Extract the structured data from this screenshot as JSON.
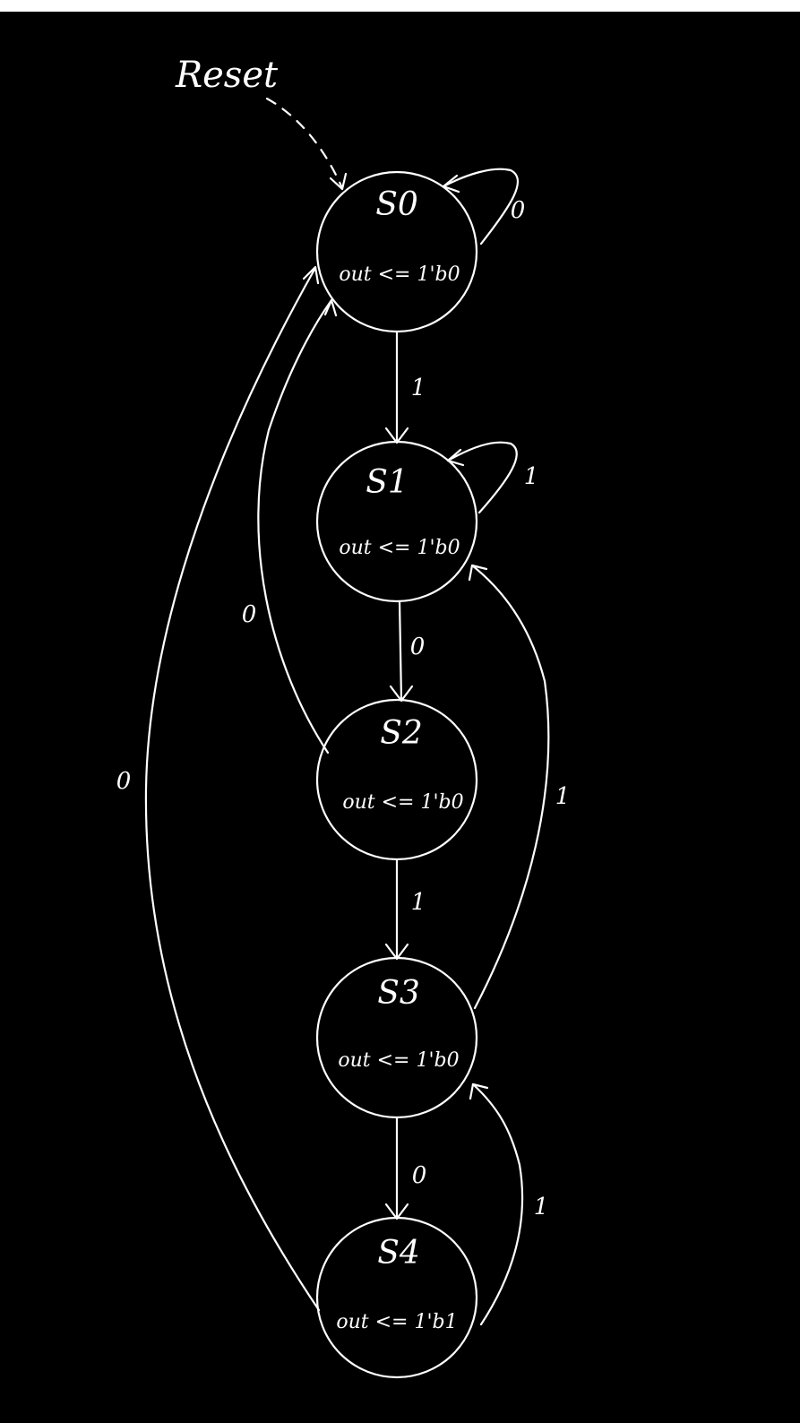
{
  "reset_label": "Reset",
  "states": [
    {
      "id": "s0",
      "name": "S0",
      "output": "out <= 1'b0"
    },
    {
      "id": "s1",
      "name": "S1",
      "output": "out <= 1'b0"
    },
    {
      "id": "s2",
      "name": "S2",
      "output": "out <= 1'b0"
    },
    {
      "id": "s3",
      "name": "S3",
      "output": "out <= 1'b0"
    },
    {
      "id": "s4",
      "name": "S4",
      "output": "out <= 1'b1"
    }
  ],
  "transitions": [
    {
      "from": "S0",
      "to": "S0",
      "input": "0"
    },
    {
      "from": "S0",
      "to": "S1",
      "input": "1"
    },
    {
      "from": "S1",
      "to": "S1",
      "input": "1"
    },
    {
      "from": "S1",
      "to": "S2",
      "input": "0"
    },
    {
      "from": "S2",
      "to": "S0",
      "input": "0"
    },
    {
      "from": "S2",
      "to": "S3",
      "input": "1"
    },
    {
      "from": "S3",
      "to": "S1",
      "input": "1"
    },
    {
      "from": "S3",
      "to": "S4",
      "input": "0"
    },
    {
      "from": "S4",
      "to": "S0",
      "input": "0"
    },
    {
      "from": "S4",
      "to": "S3",
      "input": "1"
    }
  ]
}
